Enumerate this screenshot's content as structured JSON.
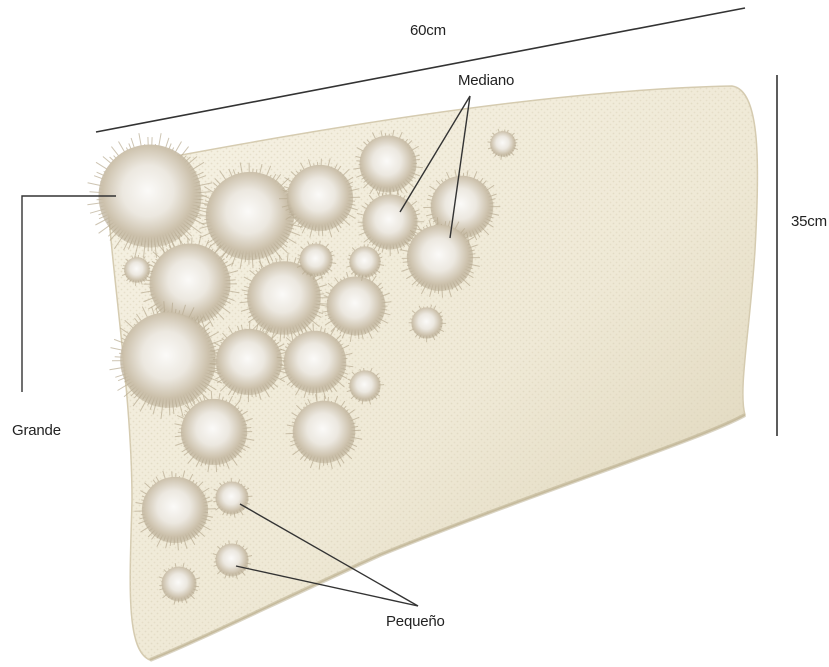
{
  "labels": {
    "width": "60cm",
    "height": "35cm",
    "medium": "Mediano",
    "large": "Grande",
    "small": "Pequeño"
  },
  "colors": {
    "pillow": "#efe9d6",
    "pillow_shade": "#cfc4a4",
    "ball_core": "#f7f5f1",
    "ball_fiber": "#b8ab92",
    "line": "#333333"
  }
}
